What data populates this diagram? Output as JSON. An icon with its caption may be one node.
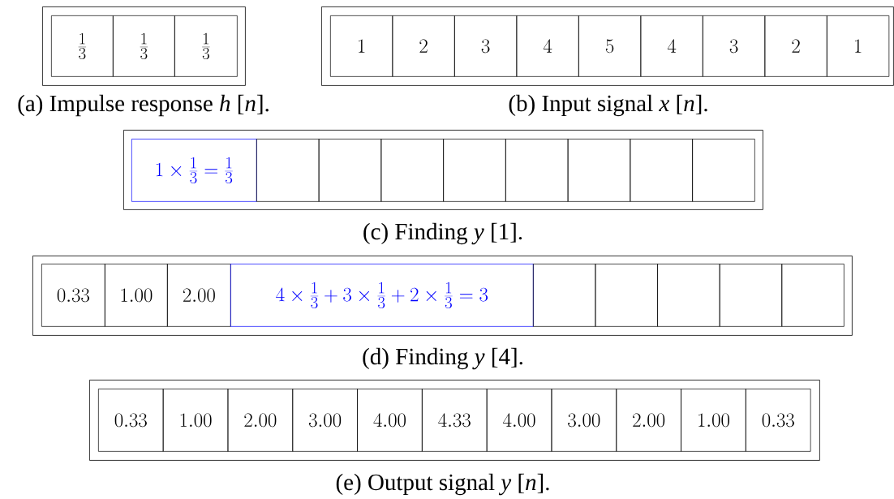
{
  "diagram": {
    "nodes": [
      {
        "text": [],
        "shape": "box"
      },
      {
        "text": [
          "\\frac{1}{3}"
        ],
        "in": 0
      },
      {
        "text": [
          "\\frac{1}{3}"
        ],
        "in": 0
      },
      {
        "text": [
          "\\frac{1}{3}"
        ],
        "in": 0
      },
      {
        "text": [],
        "shape": "box"
      },
      {
        "text": [
          "1"
        ],
        "in": 4
      },
      {
        "text": [
          "2"
        ],
        "in": 4
      },
      {
        "text": [
          "3"
        ],
        "in": 4
      },
      {
        "text": [
          "4"
        ],
        "in": 4
      },
      {
        "text": [
          "5"
        ],
        "in": 4
      },
      {
        "text": [
          "4"
        ],
        "in": 4
      },
      {
        "text": [
          "3"
        ],
        "in": 4
      },
      {
        "text": [
          "2"
        ],
        "in": 4
      },
      {
        "text": [
          "1"
        ],
        "in": 4
      },
      {
        "text": [],
        "shape": "box"
      },
      {
        "text": [
          "1\\times\\frac{1}{3}=\\frac{1}{3}"
        ],
        "in": 14
      },
      {
        "text": [],
        "shape": "box",
        "in": 14
      },
      {
        "text": [],
        "shape": "box",
        "in": 14
      },
      {
        "text": [],
        "shape": "box",
        "in": 14
      },
      {
        "text": [],
        "shape": "box",
        "in": 14
      },
      {
        "text": [],
        "shape": "box",
        "in": 14
      },
      {
        "text": [],
        "shape": "box",
        "in": 14
      },
      {
        "text": [],
        "shape": "box",
        "in": 14
      },
      {
        "text": [],
        "shape": "box",
        "in": 14
      },
      {
        "text": [],
        "shape": "box"
      },
      {
        "text": [
          "0.33"
        ],
        "in": 24
      },
      {
        "text": [
          "1.00"
        ],
        "in": 24
      },
      {
        "text": [
          "2.00"
        ],
        "in": 24
      },
      {
        "text": [
          "4\\times\\frac{1}{3}+3\\times\\frac{1}{3}+2\\times\\frac{1}{3}=3"
        ],
        "in": 24
      },
      {
        "text": [],
        "shape": "box",
        "in": 24
      },
      {
        "text": [],
        "shape": "box",
        "in": 24
      },
      {
        "text": [],
        "shape": "box",
        "in": 24
      },
      {
        "text": [],
        "shape": "box",
        "in": 24
      },
      {
        "text": [],
        "shape": "box",
        "in": 24
      },
      {
        "text": [],
        "shape": "box"
      },
      {
        "text": [
          "0.33"
        ],
        "in": 34
      },
      {
        "text": [
          "1.00"
        ],
        "in": 34
      },
      {
        "text": [
          "2.00"
        ],
        "in": 34
      },
      {
        "text": [
          "3.00"
        ],
        "in": 34
      },
      {
        "text": [
          "4.00"
        ],
        "in": 34
      },
      {
        "text": [
          "4.33"
        ],
        "in": 34
      },
      {
        "text": [
          "4.00"
        ],
        "in": 34
      },
      {
        "text": [
          "3.00"
        ],
        "in": 34
      },
      {
        "text": [
          "2.00"
        ],
        "in": 34
      },
      {
        "text": [
          "1.00"
        ],
        "in": 34
      },
      {
        "text": [
          "0.33"
        ],
        "in": 34
      }
    ],
    "labels": [
      "(a) Impulse response *h* [*n*].",
      "(b) Input signal *x* [*n*].",
      "(c) Finding *y* [1].",
      "(d) Finding *y* [4].",
      "(e) Output signal *y* [*n*]."
    ]
  }
}
